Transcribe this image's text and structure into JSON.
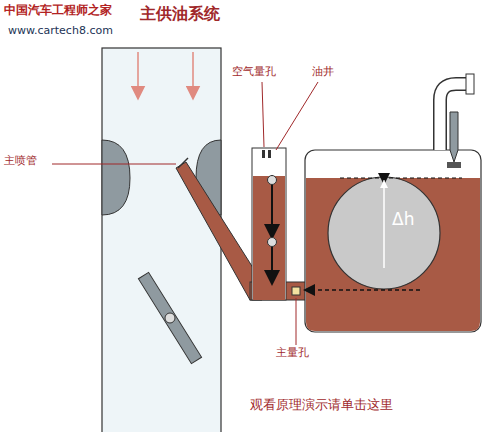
{
  "diagram": {
    "title": "主供油系统",
    "caption": "观看原理演示请单击这里",
    "labels": [
      "中国汽车工程师之家",
      "www.cartech8.com",
      "主喷管",
      "空气量孔",
      "油井",
      "Δh",
      "主量孔"
    ]
  }
}
